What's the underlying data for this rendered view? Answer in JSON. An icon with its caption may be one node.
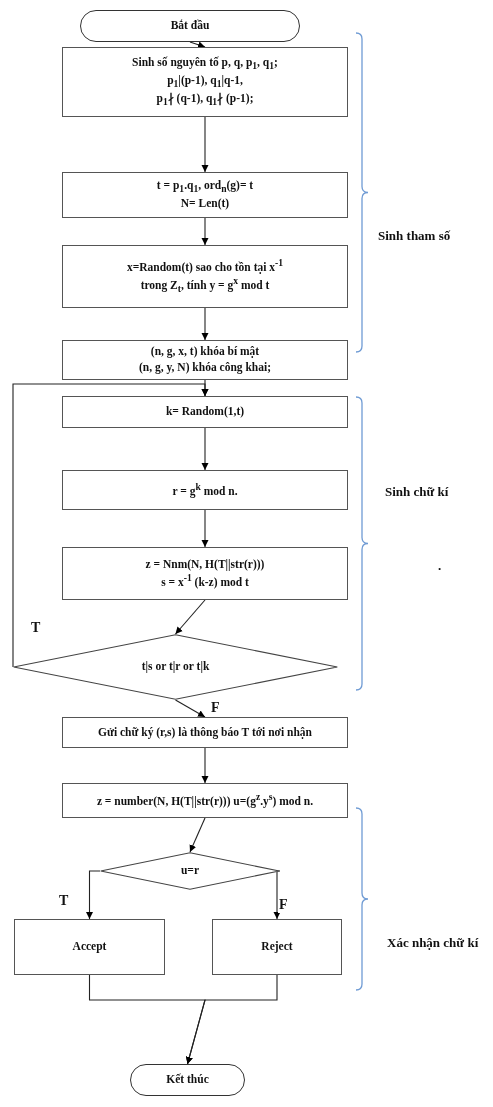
{
  "diagram": {
    "nodes": [
      {
        "text": [
          "Bắt đầu"
        ]
      },
      {
        "text": [
          "Sinh số nguyên tố p, q, p$_{1}$, q$_{1}$;",
          "p$_{1}$|(p-1), q$_{1}$|q-1,",
          "p$_{1}$∤ (q-1), q$_{1}$∤ (p-1);"
        ]
      },
      {
        "text": [
          "t = p$_{1}$.q$_{1}$, ord$_{n}$(g)= t",
          "N= Len(t)"
        ]
      },
      {
        "text": [
          "x=Random(t) sao cho tồn tại x$^{-1}$",
          "trong Z$_{t}$, tính y = g$^{x}$ mod t"
        ]
      },
      {
        "text": [
          "(n, g, x, t) khóa bí mật",
          "(n, g, y, N) khóa công khai;"
        ]
      },
      {
        "text": [
          "k= Random(1,t)"
        ]
      },
      {
        "text": [
          "r = g$^{k}$ mod n."
        ]
      },
      {
        "text": [
          "z = Nnm(N, H(T||str(r)))",
          "s = x$^{-1}$ (k-z) mod t"
        ]
      },
      {
        "text": [
          "t|s or t|r or t|k"
        ]
      },
      {
        "text": [
          "Gửi chữ ký (r,s) là thông báo T tới nơi nhận"
        ]
      },
      {
        "text": [
          "z = number(N, H(T||str(r))) u=(g$^{z}$.y$^{s}$) mod n."
        ]
      },
      {
        "text": [
          "u=r"
        ]
      },
      {
        "text": [
          "Accept"
        ]
      },
      {
        "text": [
          "Reject"
        ]
      },
      {
        "text": [
          "Kết thúc"
        ]
      }
    ],
    "edges": [
      {
        "from": 0,
        "to": 1,
        "arrow": "to"
      },
      {
        "from": 1,
        "to": 2,
        "arrow": "to"
      },
      {
        "from": 2,
        "to": 3,
        "arrow": "to"
      },
      {
        "from": 3,
        "to": 4,
        "arrow": "to"
      },
      {
        "from": 4,
        "to": 5,
        "arrow": "to"
      },
      {
        "from": 5,
        "to": 6,
        "arrow": "to"
      },
      {
        "from": 6,
        "to": 7,
        "arrow": "to"
      },
      {
        "from": 7,
        "to": 8,
        "arrow": "to"
      },
      {
        "from": 8,
        "to": 5,
        "arrow": "to",
        "label": "T"
      },
      {
        "from": 8,
        "to": 9,
        "arrow": "to",
        "label": "F"
      },
      {
        "from": 9,
        "to": 10,
        "arrow": "to"
      },
      {
        "from": 10,
        "to": 11,
        "arrow": "to"
      },
      {
        "from": 11,
        "to": 12,
        "arrow": "to",
        "label": "T"
      },
      {
        "from": 11,
        "to": 13,
        "arrow": "to",
        "label": "F"
      },
      {
        "from": 12,
        "to": 14,
        "arrow": "to"
      },
      {
        "from": 13,
        "to": 14,
        "arrow": "to"
      }
    ],
    "labels": [
      "Sinh tham số",
      "Sinh chữ kí",
      ".",
      "Xác nhận chữ kí"
    ]
  }
}
